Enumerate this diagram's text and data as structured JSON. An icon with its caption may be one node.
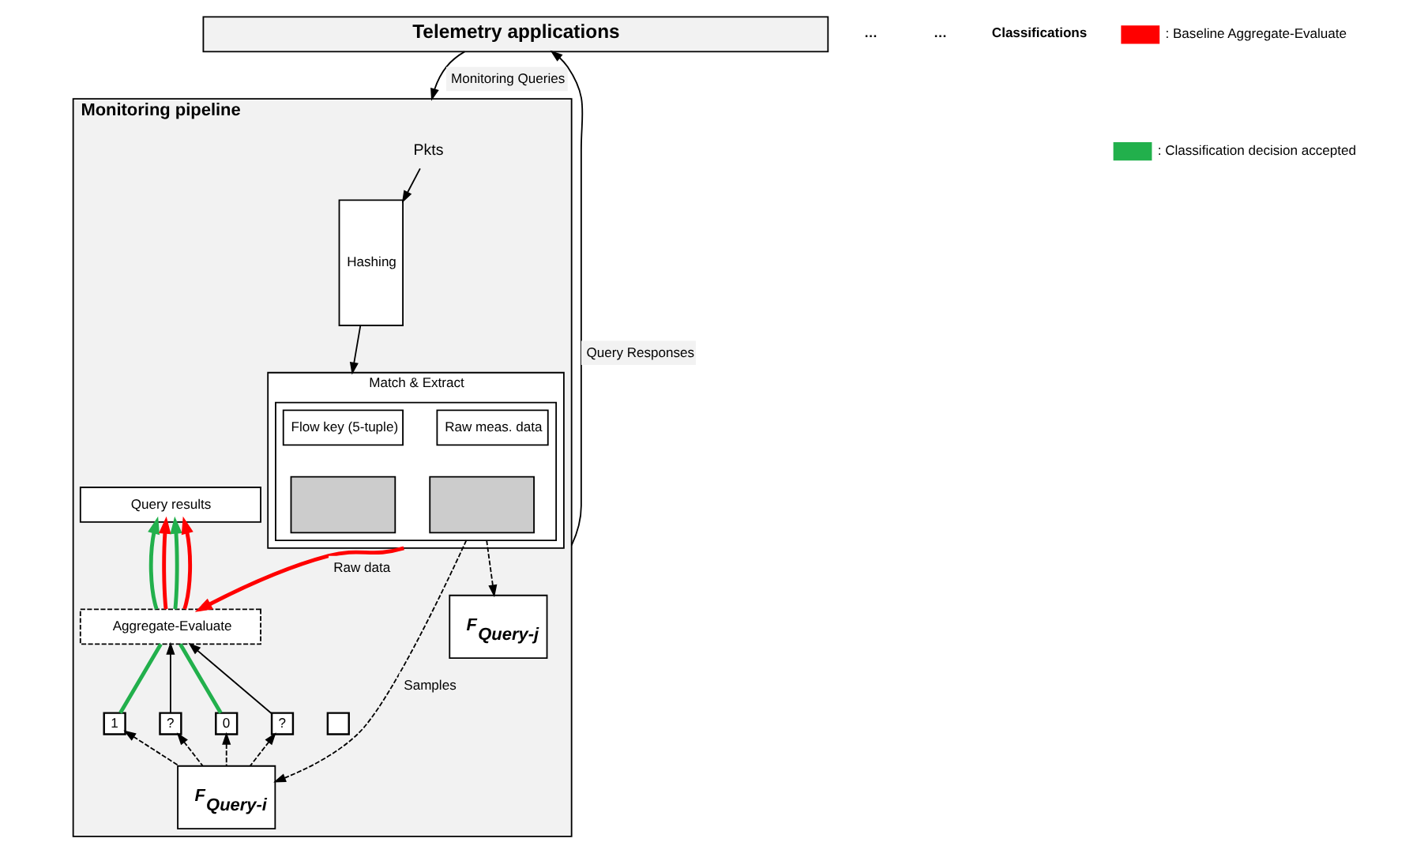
{
  "diagram": {
    "nodes": [
      {
        "text": [
          "Telemetry applications"
        ]
      },
      {
        "text": [
          "Monitoring pipeline"
        ]
      },
      {
        "text": [
          "Pkts"
        ],
        "in": 1
      },
      {
        "text": [
          "Hashing"
        ],
        "in": 1
      },
      {
        "text": [
          "Match & Extract"
        ],
        "in": 1
      },
      {
        "text": [],
        "shape": "box",
        "in": 4
      },
      {
        "text": [
          "Flow key (5-tuple)"
        ],
        "in": 5
      },
      {
        "text": [
          "Raw meas. data"
        ],
        "in": 5
      },
      {
        "text": [],
        "shape": "box",
        "in": 5
      },
      {
        "text": [],
        "shape": "box",
        "in": 5
      },
      {
        "text": [
          "Query results"
        ],
        "in": 1
      },
      {
        "text": [
          "Aggregate-Evaluate"
        ],
        "in": 1
      },
      {
        "text": [
          "1"
        ],
        "in": 1
      },
      {
        "text": [
          "?"
        ],
        "in": 1
      },
      {
        "text": [
          "0"
        ],
        "in": 1
      },
      {
        "text": [
          "?"
        ],
        "in": 1
      },
      {
        "text": [],
        "shape": "box",
        "in": 1
      },
      {
        "text": [
          "F$_{Query-i}$"
        ],
        "in": 1
      },
      {
        "text": [
          "F$_{Query-j}$"
        ],
        "in": 1
      }
    ],
    "edges": [
      {
        "from": 0,
        "to": 1,
        "arrow": "to",
        "label": "Monitoring Queries"
      },
      {
        "from": 1,
        "to": 0,
        "arrow": "to",
        "label": "Query Responses"
      },
      {
        "from": 2,
        "to": 3,
        "arrow": "to"
      },
      {
        "from": 3,
        "to": 4,
        "arrow": "to"
      },
      {
        "from": 4,
        "to": 11,
        "arrow": "to",
        "label": "Raw data",
        "style": "thick",
        "color": "#ff0000"
      },
      {
        "from": 11,
        "to": 10,
        "arrow": "to",
        "style": "thick",
        "color": "#22b04c"
      },
      {
        "from": 11,
        "to": 10,
        "arrow": "to",
        "style": "thick",
        "color": "#ff0000"
      },
      {
        "from": 11,
        "to": 10,
        "arrow": "to",
        "style": "thick",
        "color": "#22b04c"
      },
      {
        "from": 11,
        "to": 10,
        "arrow": "to",
        "style": "thick",
        "color": "#ff0000"
      },
      {
        "from": 12,
        "to": 11,
        "arrow": "none",
        "style": "thick",
        "color": "#22b04c"
      },
      {
        "from": 13,
        "to": 11,
        "arrow": "to"
      },
      {
        "from": 14,
        "to": 11,
        "arrow": "none",
        "style": "thick",
        "color": "#22b04c"
      },
      {
        "from": 15,
        "to": 11,
        "arrow": "to"
      },
      {
        "from": 17,
        "to": 12,
        "arrow": "to",
        "style": "dashed"
      },
      {
        "from": 17,
        "to": 13,
        "arrow": "to",
        "style": "dashed"
      },
      {
        "from": 17,
        "to": 14,
        "arrow": "to",
        "style": "dashed"
      },
      {
        "from": 17,
        "to": 15,
        "arrow": "to",
        "style": "dashed"
      },
      {
        "from": 5,
        "to": 17,
        "arrow": "to",
        "style": "dashed",
        "label": "Samples"
      },
      {
        "from": 5,
        "to": 18,
        "arrow": "to",
        "style": "dashed"
      }
    ],
    "labels": [
      "…",
      "…",
      "Classifications"
    ],
    "legend": [
      {
        "text": ": Baseline Aggregate-Evaluate",
        "color": "#ff0000"
      },
      {
        "text": ": Classification decision accepted",
        "color": "#22b04c"
      }
    ]
  }
}
